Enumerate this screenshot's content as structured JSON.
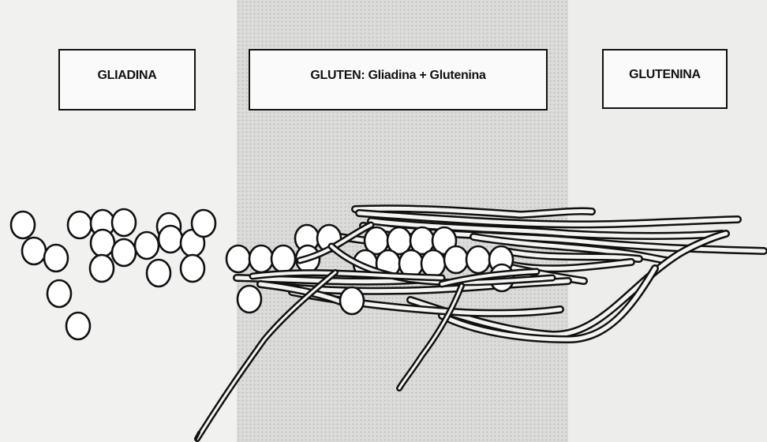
{
  "labels": {
    "gliadina": "GLIADINA",
    "gluten": "GLUTEN: Gliadina + Glutenina",
    "glutenina": "GLUTENINA"
  },
  "colors": {
    "ink": "#111111",
    "sphere_fill": "#ffffff",
    "paper": "#eeeeec",
    "stipple": "#dcdcda"
  }
}
